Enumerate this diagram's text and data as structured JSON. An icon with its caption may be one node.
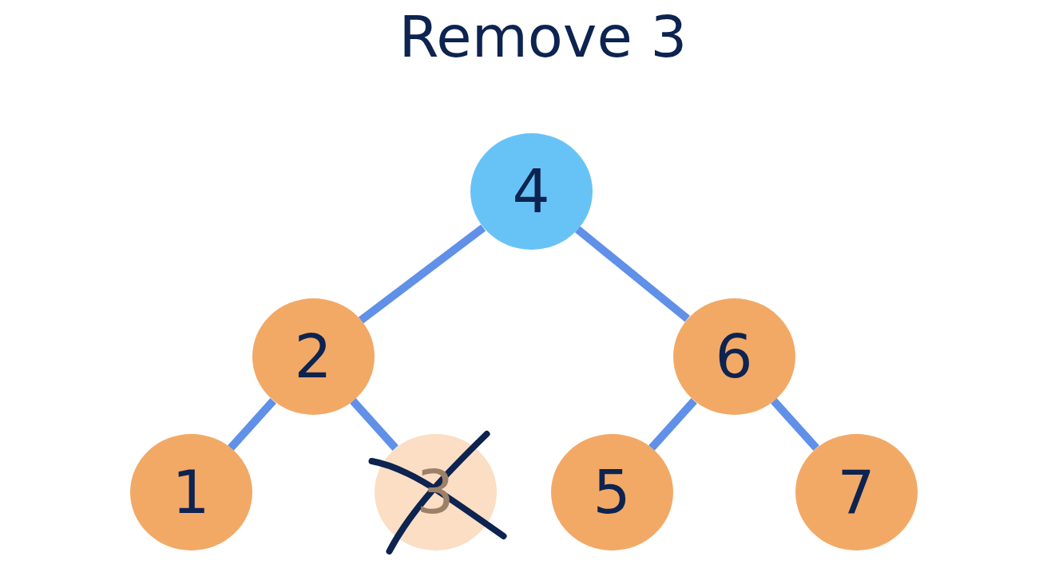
{
  "diagram": {
    "title": "Remove 3",
    "nodes": [
      {
        "text": [
          "4"
        ]
      },
      {
        "text": [
          "2"
        ]
      },
      {
        "text": [
          "6"
        ]
      },
      {
        "text": [
          "1"
        ]
      },
      {
        "text": [
          "3"
        ]
      },
      {
        "text": [
          "5"
        ]
      },
      {
        "text": [
          "7"
        ]
      }
    ],
    "edges": [
      {
        "from": 0,
        "to": 1,
        "arrow": "none"
      },
      {
        "from": 0,
        "to": 2,
        "arrow": "none"
      },
      {
        "from": 1,
        "to": 3,
        "arrow": "none"
      },
      {
        "from": 1,
        "to": 4,
        "arrow": "none"
      },
      {
        "from": 2,
        "to": 5,
        "arrow": "none"
      },
      {
        "from": 2,
        "to": 6,
        "arrow": "none"
      }
    ]
  }
}
